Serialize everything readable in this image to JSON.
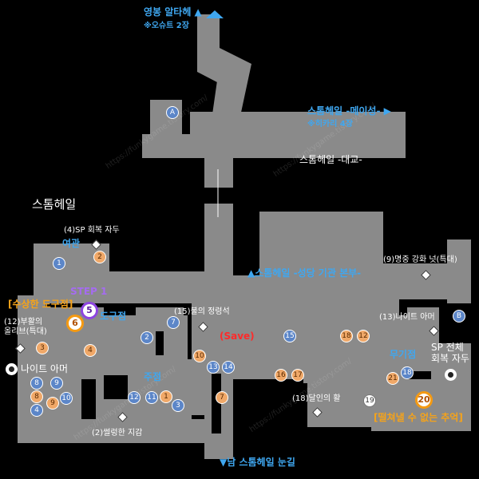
{
  "title": "스톰헤일",
  "exits": {
    "top": {
      "label": "영봉 알타헤 ▲",
      "note": "※오슈트 2장"
    },
    "right": {
      "label": "스톰헤일 -메이성- ▶",
      "note": "※히카리 4장"
    },
    "bottom": {
      "label": "▼남 스톰헤일 눈길"
    }
  },
  "areas": {
    "bridge": "스톰헤일 -대교-",
    "cathedral": "▲스톰헤일 -성당 기관 본부-"
  },
  "shops": {
    "inn": "여관",
    "item_shop": "도구점",
    "pub": "주점",
    "weapon_shop": "무기점"
  },
  "labels": {
    "sp_statue": "(4)SP 회복 자두",
    "fire_stone": "(15)불의 정령석",
    "save": "(Save)",
    "revive": "(12)부활의\n올리브(특대)",
    "knight_armor_left": "나이트 아머",
    "knight_armor_right": "(13)나이트 아머",
    "accuracy": "(9)명중 강화 넛(특대)",
    "hour": "(18)달인의 활",
    "sp_all": "SP 전체\n회복 자두",
    "empty_place": "(2)썰렁한 지감",
    "step": "STEP 1",
    "suspicious": "[수상한 도구점]",
    "unforgettable": "[떨쳐낼 수 없는 추억]"
  },
  "markers": {
    "blue": [
      "A",
      "1",
      "7",
      "2",
      "15",
      "B",
      "13",
      "14",
      "8",
      "9",
      "10",
      "4",
      "12",
      "11",
      "3",
      "18"
    ],
    "orange": [
      "2",
      "4",
      "3",
      "8",
      "9",
      "18",
      "12",
      "10",
      "16",
      "17",
      "7",
      "1",
      "21"
    ],
    "white": [
      "19"
    ],
    "step": "5",
    "circle6": "6",
    "circle20": "20"
  },
  "watermark": "https://funkygame.tistory.com/"
}
